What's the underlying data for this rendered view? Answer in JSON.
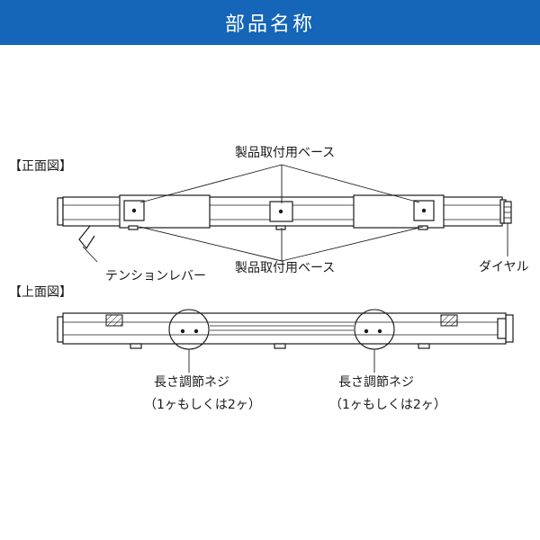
{
  "header": {
    "title": "部品名称"
  },
  "front_view": {
    "heading": "【正面図】",
    "label_base_top": "製品取付用ベース",
    "label_base_bottom": "製品取付用ベース",
    "label_tension_lever": "テンションレバー",
    "label_dial": "ダイヤル"
  },
  "top_view": {
    "heading": "【上面図】",
    "label_screw_left_1": "長さ調節ネジ",
    "label_screw_left_2": "（1ヶもしくは2ヶ）",
    "label_screw_right_1": "長さ調節ネジ",
    "label_screw_right_2": "（1ヶもしくは2ヶ）"
  },
  "colors": {
    "header_bg": "#1565b8",
    "header_text": "#ffffff",
    "line": "#1a1a1a"
  }
}
